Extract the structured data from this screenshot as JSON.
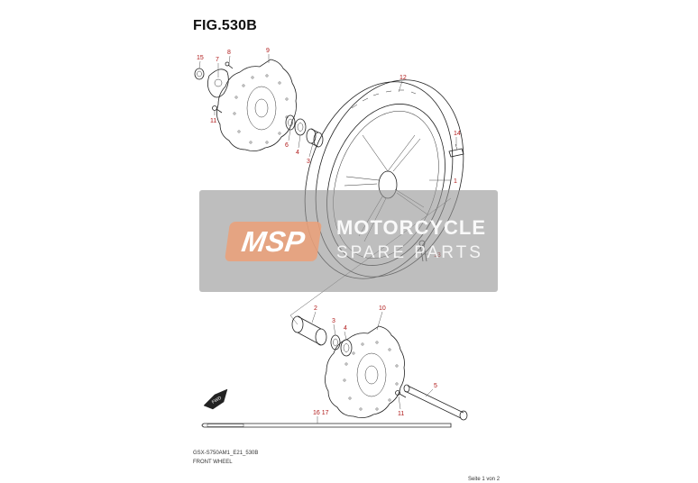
{
  "figure": {
    "title": "FIG.530B",
    "code": "GSX-S750AM1_E21_530B",
    "name": "FRONT WHEEL",
    "page_count": "Seite 1 von 2"
  },
  "callouts": {
    "p15": "15",
    "p7": "7",
    "p8": "8",
    "p9": "9",
    "p11a": "11",
    "p6": "6",
    "p4a": "4",
    "p3a": "3",
    "p12": "12",
    "p14": "14",
    "p1": "1",
    "p13": "13",
    "p2": "2",
    "p3b": "3",
    "p4b": "4",
    "p10": "10",
    "p5": "5",
    "p16_17": "16  17",
    "p11b": "11"
  },
  "watermark": {
    "logo": "MSP",
    "line1": "MOTORCYCLE",
    "line2": "SPARE PARTS"
  },
  "direction_marker": "FWD",
  "colors": {
    "callout": "#b01a1a",
    "line": "#222222",
    "watermark_band": "#969696",
    "watermark_logo": "#eca078"
  }
}
